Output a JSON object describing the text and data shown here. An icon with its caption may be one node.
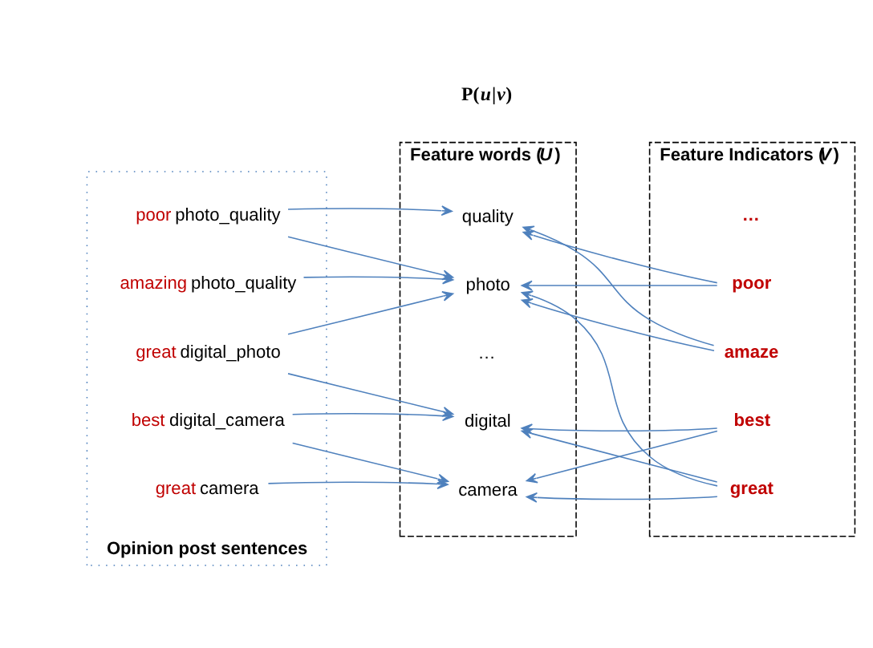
{
  "diagram": {
    "nodes": [
      {
        "text": [
          "Opinion post sentences"
        ]
      },
      {
        "text": [
          "great camera"
        ],
        "in": 0
      },
      {
        "text": [
          "best digital_camera"
        ],
        "in": 0
      },
      {
        "text": [
          "amazing photo_quality"
        ],
        "in": 0
      },
      {
        "text": [
          "poor photo_quality"
        ],
        "in": 0
      },
      {
        "text": [
          "great digital_photo"
        ],
        "in": 0
      },
      {
        "text": [
          "Feature words (*U*)"
        ]
      },
      {
        "text": [
          "camera"
        ],
        "in": 6
      },
      {
        "text": [
          "digital"
        ],
        "in": 6
      },
      {
        "text": [
          "photo"
        ],
        "in": 6
      },
      {
        "text": [
          "quality"
        ],
        "in": 6
      },
      {
        "text": [
          "…"
        ],
        "in": 6
      },
      {
        "text": [
          "Feature Indicators (*V*)"
        ]
      },
      {
        "text": [
          "great"
        ],
        "in": 12
      },
      {
        "text": [
          "best"
        ],
        "in": 12
      },
      {
        "text": [
          "amaze"
        ],
        "in": 12
      },
      {
        "text": [
          "poor"
        ],
        "in": 12
      },
      {
        "text": [
          "…"
        ],
        "in": 12
      }
    ],
    "edges": [
      {
        "from": 1,
        "to": 7,
        "arrow": "to"
      },
      {
        "from": 2,
        "to": 7,
        "arrow": "to"
      },
      {
        "from": 2,
        "to": 8,
        "arrow": "to"
      },
      {
        "from": 3,
        "to": 9,
        "arrow": "to"
      },
      {
        "from": 4,
        "to": 9,
        "arrow": "to"
      },
      {
        "from": 4,
        "to": 10,
        "arrow": "to"
      },
      {
        "from": 5,
        "to": 8,
        "arrow": "to"
      },
      {
        "from": 5,
        "to": 9,
        "arrow": "to"
      },
      {
        "from": 13,
        "to": 7,
        "arrow": "to"
      },
      {
        "from": 13,
        "to": 8,
        "arrow": "to"
      },
      {
        "from": 13,
        "to": 9,
        "arrow": "to"
      },
      {
        "from": 14,
        "to": 7,
        "arrow": "to"
      },
      {
        "from": 14,
        "to": 8,
        "arrow": "to"
      },
      {
        "from": 15,
        "to": 9,
        "arrow": "to"
      },
      {
        "from": 15,
        "to": 10,
        "arrow": "to"
      },
      {
        "from": 16,
        "to": 9,
        "arrow": "to"
      },
      {
        "from": 16,
        "to": 10,
        "arrow": "to"
      }
    ],
    "labels": [
      "P(*u*|*v*)"
    ]
  }
}
